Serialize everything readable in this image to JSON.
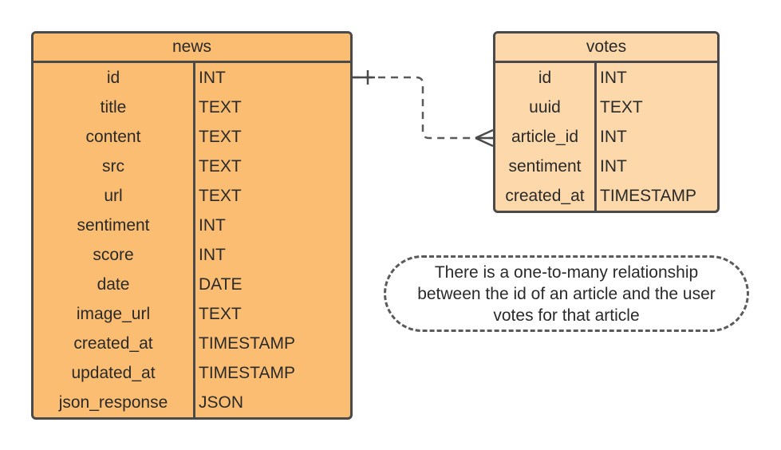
{
  "entities": {
    "news": {
      "title": "news",
      "fields": [
        {
          "name": "id",
          "type": "INT"
        },
        {
          "name": "title",
          "type": "TEXT"
        },
        {
          "name": "content",
          "type": "TEXT"
        },
        {
          "name": "src",
          "type": "TEXT"
        },
        {
          "name": "url",
          "type": "TEXT"
        },
        {
          "name": "sentiment",
          "type": "INT"
        },
        {
          "name": "score",
          "type": "INT"
        },
        {
          "name": "date",
          "type": "DATE"
        },
        {
          "name": "image_url",
          "type": "TEXT"
        },
        {
          "name": "created_at",
          "type": "TIMESTAMP"
        },
        {
          "name": "updated_at",
          "type": "TIMESTAMP"
        },
        {
          "name": "json_response",
          "type": "JSON"
        }
      ],
      "color": "#fbbd71"
    },
    "votes": {
      "title": "votes",
      "fields": [
        {
          "name": "id",
          "type": "INT"
        },
        {
          "name": "uuid",
          "type": "TEXT"
        },
        {
          "name": "article_id",
          "type": "INT"
        },
        {
          "name": "sentiment",
          "type": "INT"
        },
        {
          "name": "created_at",
          "type": "TIMESTAMP"
        }
      ],
      "color": "#fcd8aa"
    }
  },
  "relationship": {
    "from_entity": "news",
    "from_field": "id",
    "to_entity": "votes",
    "to_field": "article_id",
    "from_end": "one",
    "to_end": "many",
    "line_style": "dashed"
  },
  "note": {
    "text": "There is a one-to-many relationship between the id of an article and the user votes for that article"
  }
}
